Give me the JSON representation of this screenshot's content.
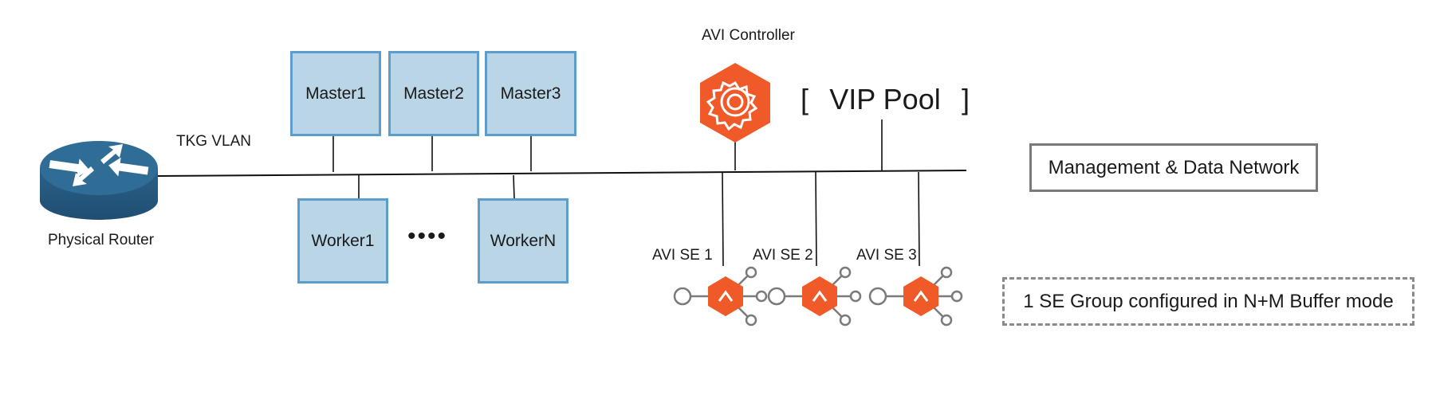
{
  "router": {
    "label": "Physical Router"
  },
  "vlan": {
    "label": "TKG VLAN"
  },
  "masters": [
    "Master1",
    "Master2",
    "Master3"
  ],
  "workers": [
    "Worker1",
    "WorkerN"
  ],
  "ellipsis": "••••",
  "controller": {
    "label": "AVI Controller"
  },
  "vip_pool": {
    "open": "[",
    "label": "VIP Pool",
    "close": "]"
  },
  "network_box": {
    "label": "Management & Data Network"
  },
  "service_engines": [
    "AVI SE 1",
    "AVI SE 2",
    "AVI SE 3"
  ],
  "se_group_box": {
    "label": "1 SE Group configured in N+M Buffer mode"
  },
  "colors": {
    "node_fill": "#b9d5e6",
    "node_border": "#5d9dcc",
    "router_blue": "#2d6790",
    "avi_orange": "#f05a28",
    "se_link_grey": "#7a7a7a"
  },
  "icons": {
    "router": "router-icon",
    "controller": "avi-controller-gear-icon",
    "service_engine": "avi-service-engine-icon"
  }
}
